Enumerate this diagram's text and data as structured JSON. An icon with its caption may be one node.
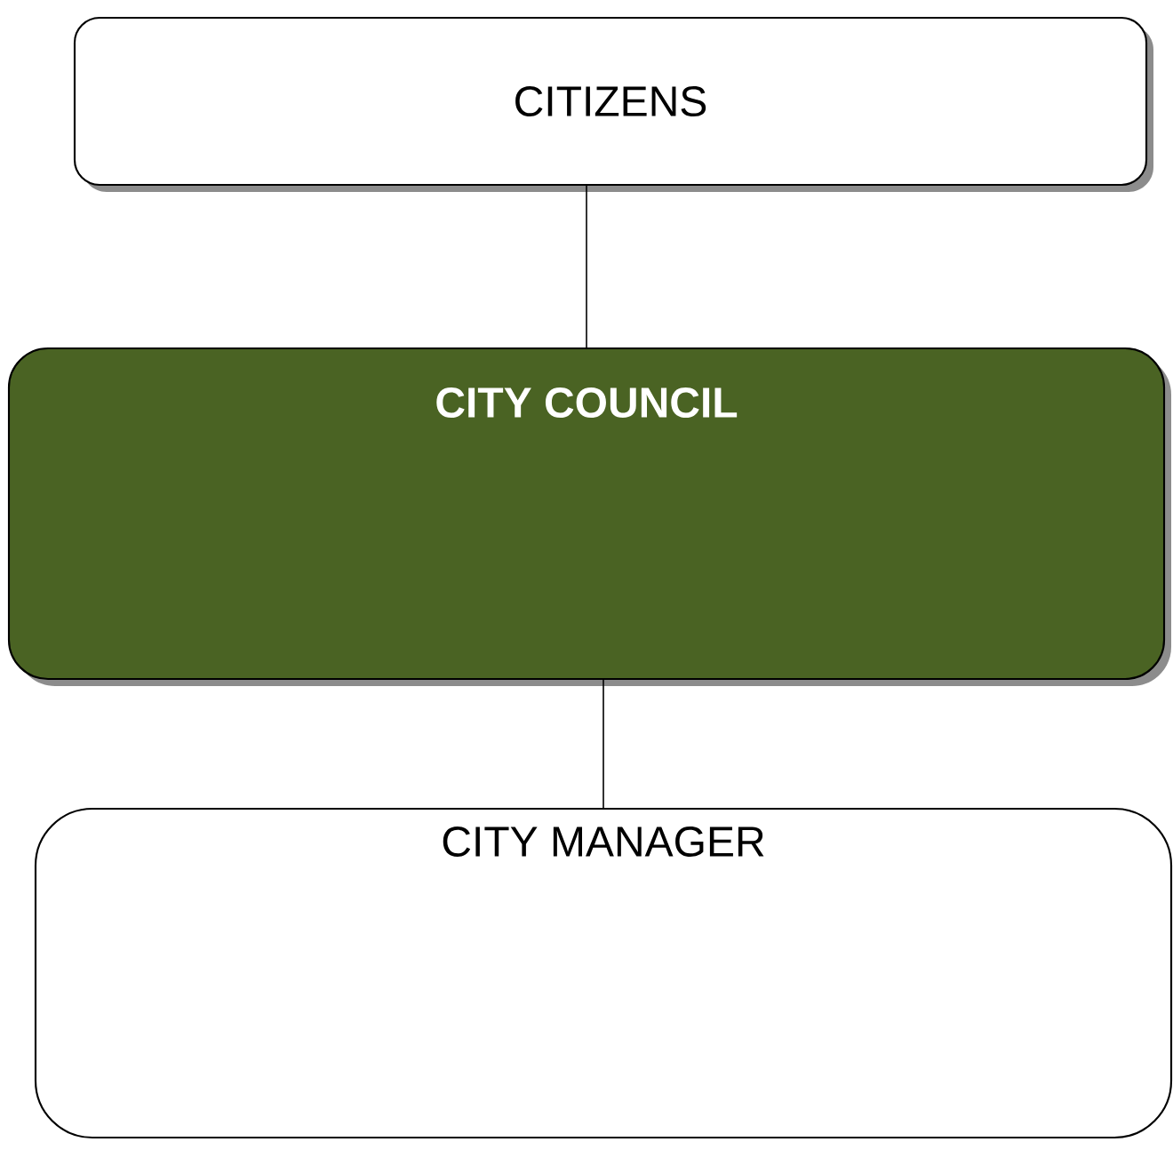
{
  "diagram": {
    "nodes": [
      {
        "text": [
          "CITIZENS"
        ]
      },
      {
        "text": [
          "CITY COUNCIL"
        ]
      },
      {
        "text": [
          "CITY MANAGER"
        ]
      }
    ],
    "edges": [
      {
        "from": 0,
        "to": 1,
        "arrow": "none"
      },
      {
        "from": 1,
        "to": 2,
        "arrow": "none"
      }
    ]
  }
}
